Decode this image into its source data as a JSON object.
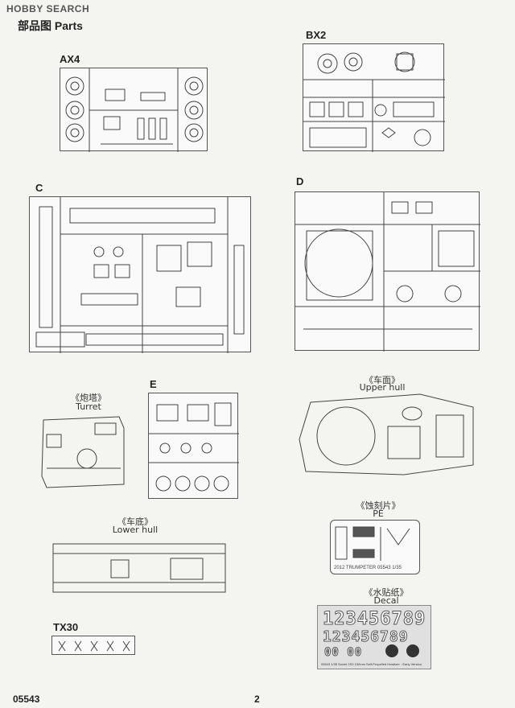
{
  "watermark": "HOBBY SEARCH",
  "page_title": "部品图 Parts",
  "sprues": {
    "ax4": "AX4",
    "bx2": "BX2",
    "c": "C",
    "d": "D",
    "e": "E",
    "tx30": "TX30"
  },
  "parts": {
    "turret_cn": "《炮塔》",
    "turret_en": "Turret",
    "upper_hull_cn": "《车面》",
    "upper_hull_en": "Upper hull",
    "lower_hull_cn": "《车底》",
    "lower_hull_en": "Lower hull",
    "pe_cn": "《蚀刻片》",
    "pe_en": "PE",
    "decal_cn": "《水贴纸》",
    "decal_en": "Decal"
  },
  "decal": {
    "row1": "123456789",
    "row2": "123456789",
    "row3": "00 00",
    "caption": "05543 1/35 Soviet 2S3 152mm Self-Propelled Howitzer - Early Version"
  },
  "pe_caption": "2012 TRUMPETER 05543 1/35",
  "footer": {
    "code": "05543",
    "page_number": "2"
  }
}
